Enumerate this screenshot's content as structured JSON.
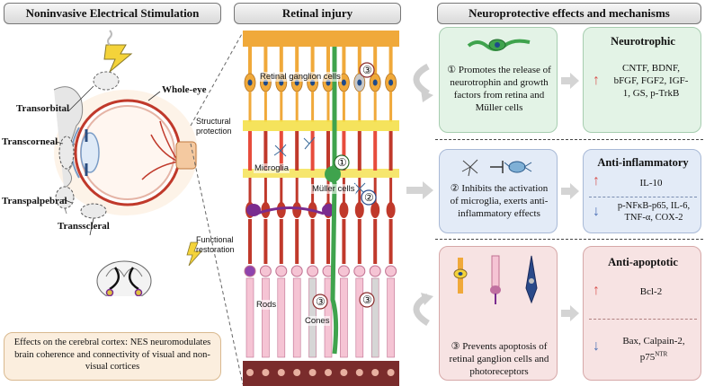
{
  "left": {
    "header": "Noninvasive Electrical Stimulation",
    "labels": {
      "transorbital": "Transorbital",
      "whole_eye": "Whole-eye",
      "transcorneal": "Transcorneal",
      "transpalpebral": "Transpalpebral",
      "transscleral": "Transscleral"
    },
    "cortex_text": "Effects on the cerebral cortex: NES neuromodulates brain coherence and connectivity of visual and non-visual cortices"
  },
  "middle": {
    "header": "Retinal injury",
    "side_labels": {
      "structural": "Structural protection",
      "functional": "Functional restoration"
    },
    "cell_labels": {
      "rgc": "Retinal ganglion cells",
      "microglia": "Microglia",
      "muller": "Müller cells",
      "rods": "Rods",
      "cones": "Cones"
    },
    "markers": [
      "①",
      "②",
      "③"
    ]
  },
  "right": {
    "header": "Neuroprotective effects and mechanisms",
    "rows": [
      {
        "mechanism": "① Promotes the release of neurotrophin and growth factors from retina and Müller cells",
        "title": "Neurotrophic",
        "up": "CNTF, BDNF, bFGF, FGF2, IGF-1, GS, p-TrkB",
        "down": ""
      },
      {
        "mechanism": "② Inhibits the activation of microglia, exerts anti-inflammatory effects",
        "title": "Anti-inflammatory",
        "up": "IL-10",
        "down": "p-NFκB-p65, IL-6, TNF-α, COX-2"
      },
      {
        "mechanism": "③ Prevents apoptosis of retinal ganglion cells and photoreceptors",
        "title": "Anti-apoptotic",
        "up": "Bcl-2",
        "down": "Bax, Calpain-2, p75NTR"
      }
    ],
    "colors": {
      "green_bg": "#e3f3e6",
      "blue_bg": "#e3ebf7",
      "pink_bg": "#f7e3e3",
      "up_arrow": "#d9534f",
      "down_arrow": "#4a6fb5"
    }
  }
}
